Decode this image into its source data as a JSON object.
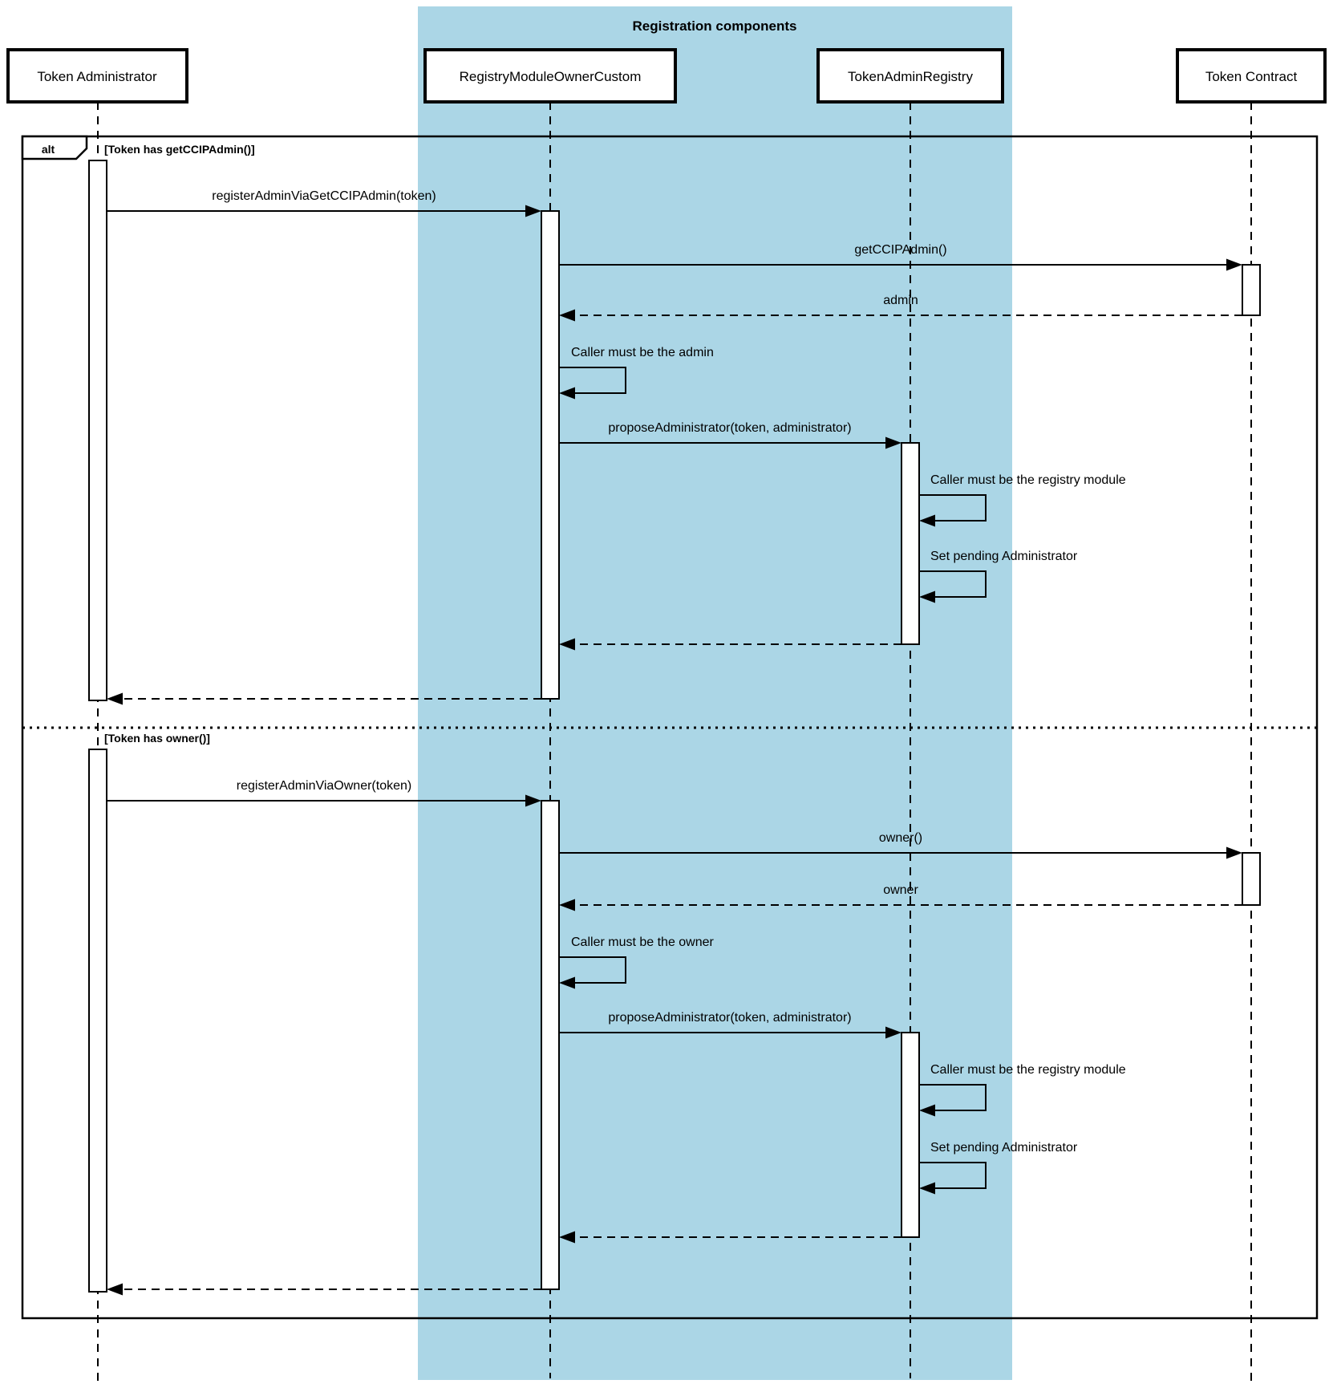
{
  "diagram": {
    "group_title": "Registration components",
    "participants": [
      {
        "name": "Token Administrator"
      },
      {
        "name": "RegistryModuleOwnerCustom"
      },
      {
        "name": "TokenAdminRegistry"
      },
      {
        "name": "Token Contract"
      }
    ],
    "alt": {
      "operator": "alt",
      "sections": [
        {
          "guard": "[Token has getCCIPAdmin()]",
          "messages": [
            {
              "text": "registerAdminViaGetCCIPAdmin(token)",
              "kind": "call",
              "from": "Token Administrator",
              "to": "RegistryModuleOwnerCustom"
            },
            {
              "text": "getCCIPAdmin()",
              "kind": "call",
              "from": "RegistryModuleOwnerCustom",
              "to": "Token Contract"
            },
            {
              "text": "admin",
              "kind": "return",
              "from": "Token Contract",
              "to": "RegistryModuleOwnerCustom"
            },
            {
              "text": "Caller must be the admin",
              "kind": "self",
              "on": "RegistryModuleOwnerCustom"
            },
            {
              "text": "proposeAdministrator(token, administrator)",
              "kind": "call",
              "from": "RegistryModuleOwnerCustom",
              "to": "TokenAdminRegistry"
            },
            {
              "text": "Caller must be the registry module",
              "kind": "self",
              "on": "TokenAdminRegistry"
            },
            {
              "text": "Set pending Administrator",
              "kind": "self",
              "on": "TokenAdminRegistry"
            },
            {
              "text": "",
              "kind": "return",
              "from": "TokenAdminRegistry",
              "to": "RegistryModuleOwnerCustom"
            },
            {
              "text": "",
              "kind": "return",
              "from": "RegistryModuleOwnerCustom",
              "to": "Token Administrator"
            }
          ]
        },
        {
          "guard": "[Token has owner()]",
          "messages": [
            {
              "text": "registerAdminViaOwner(token)",
              "kind": "call",
              "from": "Token Administrator",
              "to": "RegistryModuleOwnerCustom"
            },
            {
              "text": "owner()",
              "kind": "call",
              "from": "RegistryModuleOwnerCustom",
              "to": "Token Contract"
            },
            {
              "text": "owner",
              "kind": "return",
              "from": "Token Contract",
              "to": "RegistryModuleOwnerCustom"
            },
            {
              "text": "Caller must be the owner",
              "kind": "self",
              "on": "RegistryModuleOwnerCustom"
            },
            {
              "text": "proposeAdministrator(token, administrator)",
              "kind": "call",
              "from": "RegistryModuleOwnerCustom",
              "to": "TokenAdminRegistry"
            },
            {
              "text": "Caller must be the registry module",
              "kind": "self",
              "on": "TokenAdminRegistry"
            },
            {
              "text": "Set pending Administrator",
              "kind": "self",
              "on": "TokenAdminRegistry"
            },
            {
              "text": "",
              "kind": "return",
              "from": "TokenAdminRegistry",
              "to": "RegistryModuleOwnerCustom"
            },
            {
              "text": "",
              "kind": "return",
              "from": "RegistryModuleOwnerCustom",
              "to": "Token Administrator"
            }
          ]
        }
      ]
    },
    "colors": {
      "highlight_fill": "#ABD6E6",
      "line": "#000000",
      "background": "#FFFFFF"
    }
  }
}
